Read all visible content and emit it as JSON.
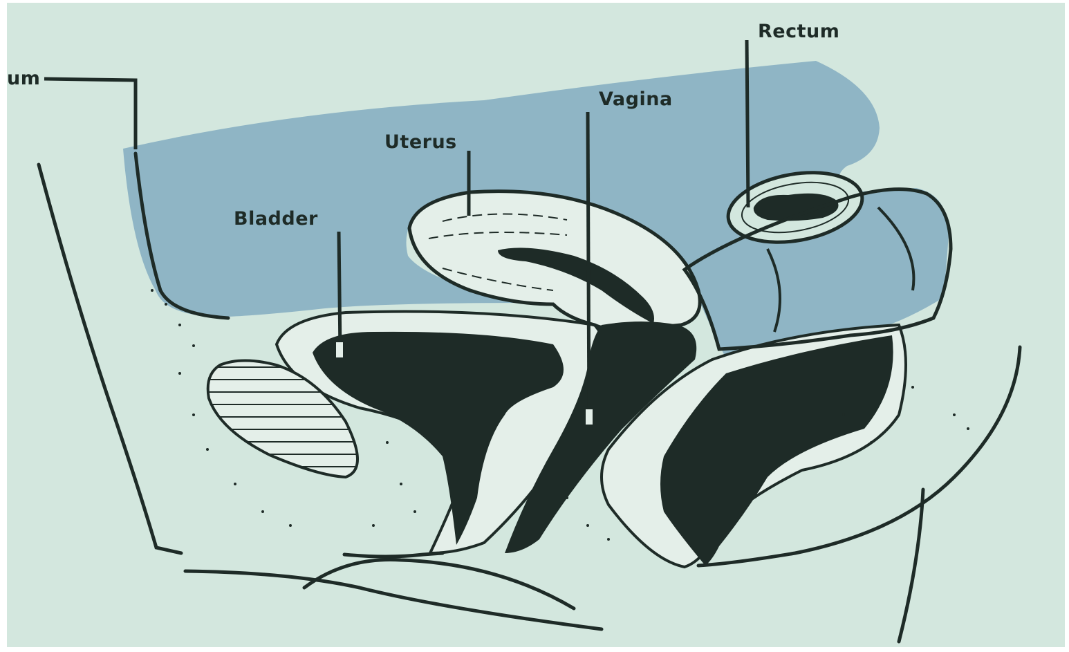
{
  "diagram": {
    "labels": {
      "cut_off_label": "um",
      "rectum": "Rectum",
      "vagina": "Vagina",
      "uterus": "Uterus",
      "bladder": "Bladder"
    },
    "colors": {
      "background": "#d3e7de",
      "peritoneal_cavity": "#8fb5c5",
      "outline": "#1e2b27",
      "lumen": "#1e2b27",
      "tissue": "#e4efe9"
    }
  }
}
